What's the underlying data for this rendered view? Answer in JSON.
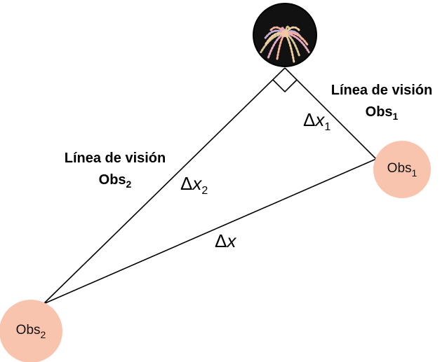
{
  "colors": {
    "observer_fill": "#f9c4ad",
    "firework_bg": "#111111",
    "line": "#000000"
  },
  "firework": {
    "icon": "firework-icon"
  },
  "sight_line_1": {
    "label": "Línea de visión",
    "obs": "Obs",
    "sub": "1"
  },
  "sight_line_2": {
    "label": "Línea de visión",
    "obs": "Obs",
    "sub": "2"
  },
  "delta_x1": {
    "symbol": "Δ",
    "var": "x",
    "sub": "1"
  },
  "delta_x2": {
    "symbol": "Δ",
    "var": "x",
    "sub": "2"
  },
  "delta_x": {
    "symbol": "Δ",
    "var": "x"
  },
  "observer_1": {
    "label": "Obs",
    "sub": "1"
  },
  "observer_2": {
    "label": "Obs",
    "sub": "2"
  }
}
